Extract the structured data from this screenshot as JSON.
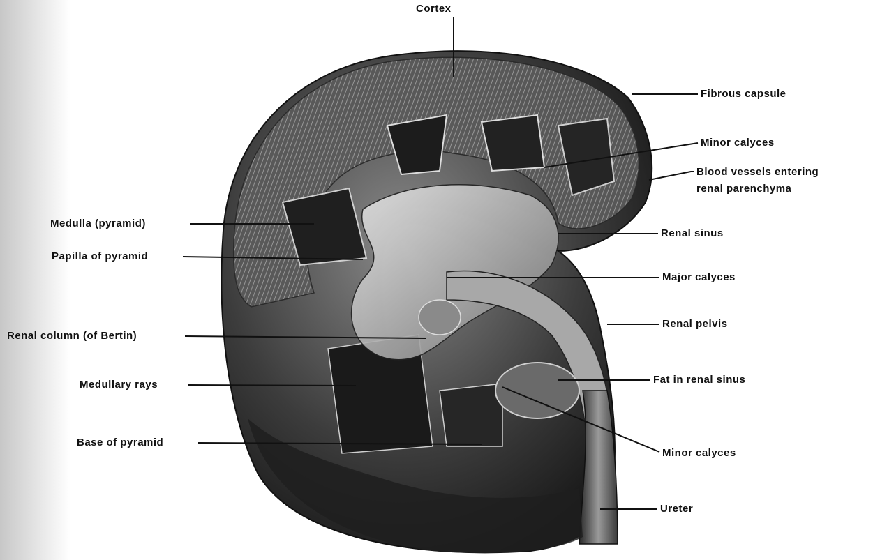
{
  "labels": {
    "cortex": "Cortex",
    "fibrous_capsule": "Fibrous capsule",
    "minor_calyces_top": "Minor calyces",
    "blood_vessels_line1": "Blood vessels entering",
    "blood_vessels_line2": "renal parenchyma",
    "renal_sinus": "Renal sinus",
    "major_calyces": "Major calyces",
    "renal_pelvis": "Renal pelvis",
    "fat_in_renal_sinus": "Fat in renal sinus",
    "minor_calyces_bottom": "Minor calyces",
    "ureter": "Ureter",
    "medulla_pyramid": "Medulla (pyramid)",
    "papilla_of_pyramid": "Papilla of pyramid",
    "renal_column": "Renal column (of Bertin)",
    "medullary_rays": "Medullary rays",
    "base_of_pyramid": "Base of pyramid"
  },
  "colors": {
    "background_gradient_start": "#c9c9c9",
    "background_gradient_end": "#ffffff",
    "kidney_dark": "#1f1f1f",
    "kidney_mid": "#6d6d6d",
    "kidney_light": "#bdbdbd",
    "leader_line": "#111111"
  }
}
